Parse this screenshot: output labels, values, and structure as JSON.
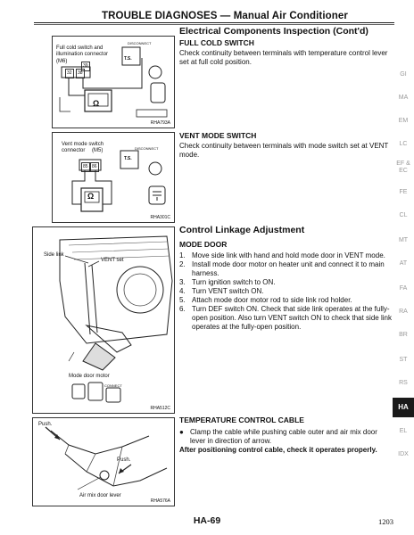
{
  "header": {
    "title": "TROUBLE DIAGNOSES — Manual Air Conditioner"
  },
  "section_inspection": {
    "title": "Electrical Components Inspection (Cont'd)",
    "full_cold": {
      "heading": "FULL COLD SWITCH",
      "text": "Check continuity between terminals with temperature control lever set at full cold position."
    },
    "vent_mode": {
      "heading": "VENT MODE SWITCH",
      "text": "Check continuity between terminals with mode switch set at VENT mode."
    }
  },
  "section_linkage": {
    "title": "Control Linkage Adjustment",
    "mode_door": {
      "heading": "MODE DOOR",
      "steps": [
        {
          "n": "1.",
          "t": "Move side link with hand and hold mode door in VENT mode."
        },
        {
          "n": "2.",
          "t": "Install mode door motor on heater unit and connect it to main harness."
        },
        {
          "n": "3.",
          "t": "Turn ignition switch to ON."
        },
        {
          "n": "4.",
          "t": "Turn VENT switch ON."
        },
        {
          "n": "5.",
          "t": "Attach mode door motor rod to side link rod holder."
        },
        {
          "n": "6.",
          "t": "Turn DEF switch ON. Check that side link operates at the fully-open position. Also turn VENT switch ON to check that side link operates at the fully-open position."
        }
      ]
    },
    "temp_cable": {
      "heading": "TEMPERATURE CONTROL CABLE",
      "bullet": "Clamp the cable while pushing cable outer and air mix door lever in direction of arrow.",
      "note": "After positioning control cable, check it operates properly."
    }
  },
  "figures": {
    "fig1": {
      "label1": "Full cold switch and",
      "label2": "illumination connector",
      "conn": "(M6)",
      "id": "RHA793A",
      "term_a": "32",
      "term_b": "38",
      "term_c": "39",
      "disconnect": "DISCONNECT",
      "ts": "T.S.",
      "ohm": "Ω"
    },
    "fig2": {
      "label1": "Vent mode switch",
      "label2": "connector",
      "conn": "(M5)",
      "id": "RHA301C",
      "term_a": "85",
      "term_b": "86",
      "disconnect": "DISCONNECT",
      "ts": "T.S.",
      "ohm": "Ω"
    },
    "fig3": {
      "side_link": "Side link",
      "vent_set": "VENT set",
      "motor": "Mode door motor",
      "connect": "CONNECT",
      "id": "RHA512C"
    },
    "fig4": {
      "push1": "Push.",
      "push2": "Push.",
      "lever": "Air mix door lever",
      "id": "RHA576A"
    }
  },
  "side_index": [
    {
      "label": "GI",
      "active": false
    },
    {
      "label": "MA",
      "active": false
    },
    {
      "label": "EM",
      "active": false
    },
    {
      "label": "LC",
      "active": false
    },
    {
      "label": "EF & EC",
      "active": false
    },
    {
      "label": "FE",
      "active": false
    },
    {
      "label": "CL",
      "active": false
    },
    {
      "label": "MT",
      "active": false
    },
    {
      "label": "AT",
      "active": false
    },
    {
      "label": "FA",
      "active": false
    },
    {
      "label": "RA",
      "active": false
    },
    {
      "label": "BR",
      "active": false
    },
    {
      "label": "ST",
      "active": false
    },
    {
      "label": "RS",
      "active": false
    },
    {
      "label": "HA",
      "active": true
    },
    {
      "label": "EL",
      "active": false
    },
    {
      "label": "IDX",
      "active": false
    }
  ],
  "footer": {
    "page": "HA-69",
    "number": "1203"
  }
}
